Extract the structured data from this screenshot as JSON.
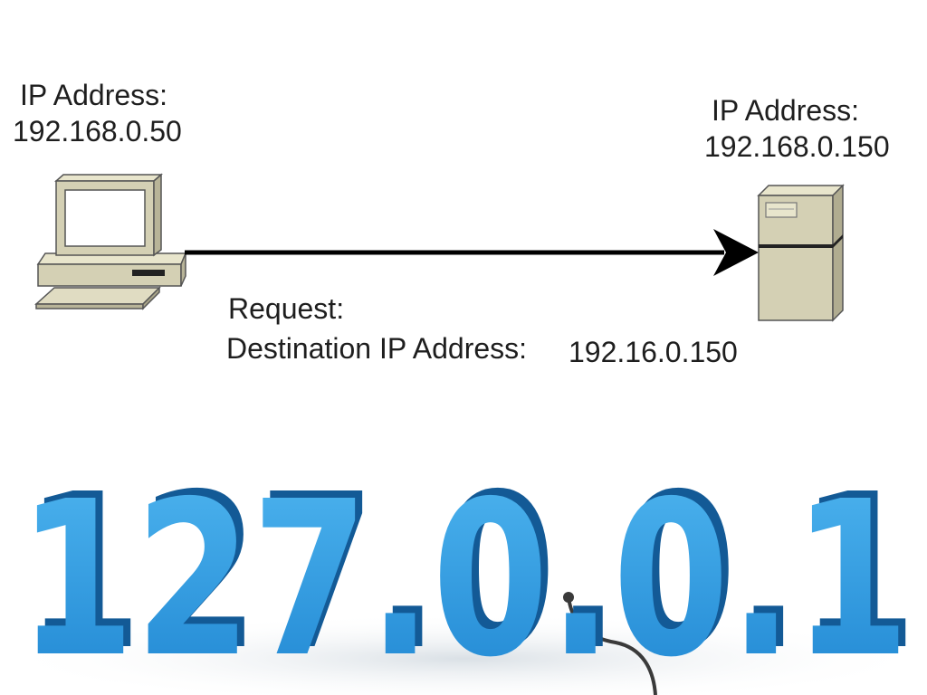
{
  "source_host": {
    "ip_label": "IP Address:",
    "ip_value": "192.168.0.50",
    "icon": "desktop-computer-icon"
  },
  "destination_host": {
    "ip_label": "IP Address:",
    "ip_value": "192.168.0.150",
    "icon": "server-tower-icon"
  },
  "request": {
    "label": "Request:",
    "destination_label": "Destination IP Address:",
    "destination_value": "192.16.0.150"
  },
  "loopback_banner": {
    "glyphs": [
      "1",
      "2",
      "7",
      ".",
      "0",
      ".",
      "0",
      ".",
      "1"
    ]
  },
  "colors": {
    "arrow": "#000000",
    "device_beige": "#d4d0b4",
    "banner_blue": "#2e9ae0",
    "text": "#1e1e1e"
  }
}
